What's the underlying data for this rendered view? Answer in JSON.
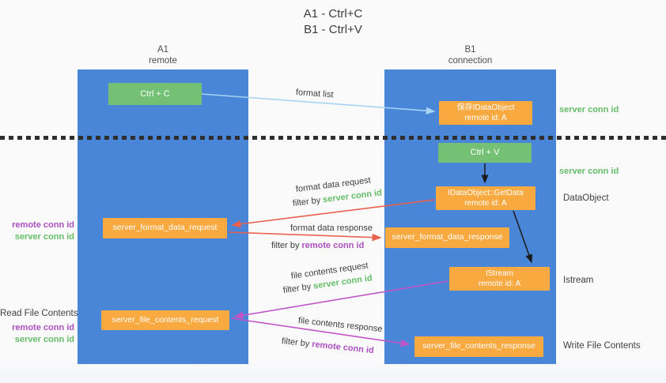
{
  "title": {
    "line1": "A1 - Ctrl+C",
    "line2": "B1 - Ctrl+V"
  },
  "lanes": {
    "a": {
      "id": "A1",
      "role": "remote"
    },
    "b": {
      "id": "B1",
      "role": "connection"
    }
  },
  "boxes": {
    "ctrl_c": "Ctrl + C",
    "save_idataobject": {
      "line1": "保存IDataObject",
      "line2": "remote id: A"
    },
    "ctrl_v": "Ctrl + V",
    "idataobject_getdata": {
      "line1": "IDataObject::GetData",
      "line2": "remote id: A"
    },
    "server_format_data_request": "server_format_data_request",
    "server_format_data_response": "server_format_data_response",
    "istream": {
      "line1": "IStream",
      "line2": "remote id: A"
    },
    "server_file_contents_request": "server_file_contents_request",
    "server_file_contents_response": "server_file_contents_response"
  },
  "side_labels": {
    "server_conn_id_top": "server conn id",
    "server_conn_id_mid": "server conn id",
    "dataobject": "DataObject",
    "istream": "Istream",
    "write_file_contents": "Write File Contents",
    "read_file_contents": "Read File Contents",
    "remote_conn_id_1": "remote conn id",
    "server_conn_id_1": "server conn id",
    "remote_conn_id_2": "remote conn id",
    "server_conn_id_2": "server conn id"
  },
  "arrow_labels": {
    "format_list": "format list",
    "format_data_request": "format data request",
    "format_data_response": "format data response",
    "file_contents_request": "file contents request",
    "file_contents_response": "file contents response",
    "filter_by": "filter by",
    "server_conn_id": "server conn id",
    "remote_conn_id": "remote conn id"
  },
  "colors": {
    "bg": "#fafafa",
    "lane": "#4a86d8",
    "box_orange": "#f8a940",
    "box_green": "#74c175",
    "text_green": "#64bd68",
    "text_purple": "#ad4fc0",
    "text_dark": "#3d3d3d",
    "arrow_red": "#e8604e",
    "arrow_purple": "#c055c8",
    "arrow_blue": "#a6d3f2",
    "arrow_black": "#1a1a1a"
  }
}
